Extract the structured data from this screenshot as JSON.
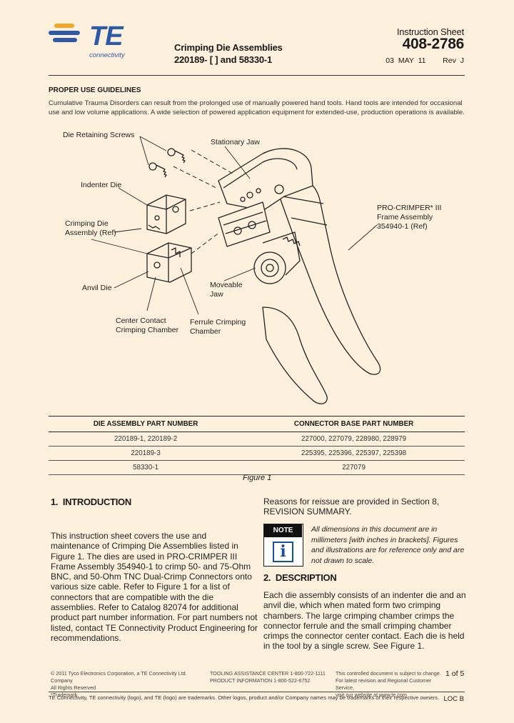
{
  "header": {
    "logo_text": "TE",
    "logo_subtext": "connectivity",
    "title_line1": "Crimping Die Assemblies",
    "title_line2": "220189- [ ] and 58330-1",
    "doc_type": "Instruction Sheet",
    "doc_number": "408-2786",
    "doc_date": "03 MAY 11    Rev J"
  },
  "guidelines": {
    "heading": "PROPER USE GUIDELINES",
    "text": "Cumulative Trauma Disorders can result from the prolonged use of manually powered hand tools. Hand tools are intended for occasional use and low volume applications. A wide selection of powered application equipment for extended-use, production operations is available."
  },
  "figure": {
    "labels": {
      "die_retaining_screws": "Die Retaining Screws",
      "stationary_jaw": "Stationary Jaw",
      "indenter_die": "Indenter Die",
      "crimping_die_assembly": "Crimping Die\nAssembly (Ref)",
      "pro_crimper": "PRO-CRIMPER* III\nFrame Assembly\n354940-1 (Ref)",
      "anvil_die": "Anvil Die",
      "moveable_jaw": "Moveable\nJaw",
      "center_contact": "Center Contact\nCrimping Chamber",
      "ferrule_crimping": "Ferrule Crimping\nChamber"
    },
    "caption": "Figure 1"
  },
  "table": {
    "headers": [
      "DIE ASSEMBLY PART NUMBER",
      "CONNECTOR BASE PART NUMBER"
    ],
    "rows": [
      [
        "220189-1, 220189-2",
        "227000, 227079, 228980, 228979"
      ],
      [
        "220189-3",
        "225395, 225396, 225397, 225398"
      ],
      [
        "58330-1",
        "227079"
      ]
    ]
  },
  "intro": {
    "heading": "1.  INTRODUCTION",
    "text": "This instruction sheet covers the use and maintenance of Crimping Die Assemblies listed in Figure 1. The dies are used in PRO-CRIMPER III Frame Assembly 354940-1 to crimp 50- and 75-Ohm BNC, and 50-Ohm TNC Dual-Crimp Connectors onto various size cable. Refer to Figure 1 for a list of connectors that are compatible with the die assemblies. Refer to Catalog 82074 for additional product part number information. For part numbers not listed, contact TE Connectivity Product Engineering for recommendations."
  },
  "reissue": {
    "text": "Reasons for reissue are provided in Section 8, REVISION SUMMARY."
  },
  "note": {
    "label": "NOTE",
    "icon": "i",
    "text": "All dimensions in this document are in millimeters [with inches in brackets]. Figures and illustrations are for reference only and are not drawn to scale."
  },
  "description": {
    "heading": "2.  DESCRIPTION",
    "text": "Each die assembly consists of an indenter die and an anvil die, which when mated form two crimping chambers. The large crimping chamber crimps the connector ferrule and the small crimping chamber crimps the connector center contact. Each die is held in the tool by a single screw. See Figure 1."
  },
  "footer": {
    "copyright": "© 2011 Tyco Electronics Corporation, a TE Connectivity Ltd. Company\nAll Rights Reserved\n*Trademark",
    "tooling": "TOOLING ASSISTANCE CENTER 1-800-722-1111\nPRODUCT INFORMATION 1-800-522-6752",
    "controlled": "This controlled document is subject to change.\nFor latest revision and Regional Customer Service,\nvisit our website at www.te.com",
    "page": "1 of 5",
    "trademarks": "TE Connectivity, TE connectivity (logo), and TE (logo) are trademarks.  Other logos, product and/or Company names may be trademarks of their respective owners.",
    "code": "LOC B"
  },
  "colors": {
    "background": "#fdf1de",
    "brand_blue": "#2d5aa8",
    "brand_orange": "#f5a623"
  }
}
